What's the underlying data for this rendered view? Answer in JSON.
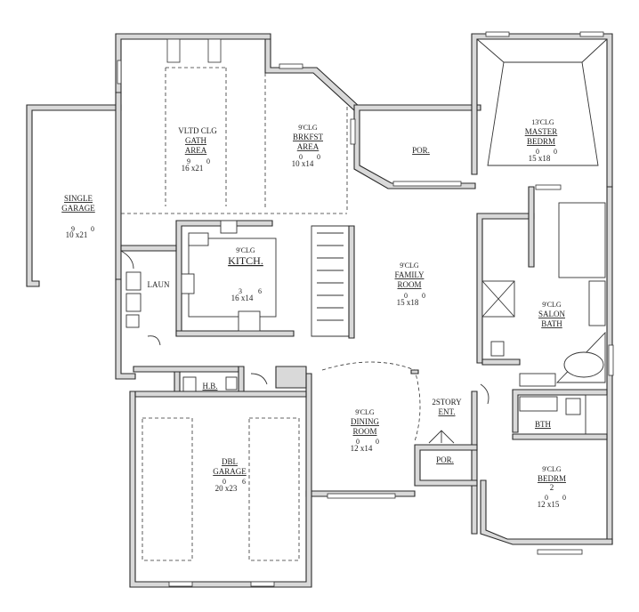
{
  "rooms": {
    "single_garage": {
      "name": "SINGLE",
      "name2": "GARAGE",
      "dim": "10 x21",
      "dim_sup1": "9",
      "dim_sup2": "0"
    },
    "gath": {
      "line1": "VLTD CLG",
      "line2": "GATH",
      "line3": "AREA",
      "dim": "16 x21",
      "dim_sup1": "9",
      "dim_sup2": "0"
    },
    "brkfst": {
      "clg": "9'CLG",
      "line1": "BRKFST",
      "line2": "AREA",
      "dim": "10 x14",
      "dim_sup1": "0",
      "dim_sup2": "0"
    },
    "porch_top": {
      "name": "POR."
    },
    "master": {
      "clg": "13'CLG",
      "line1": "MASTER",
      "line2": "BEDRM",
      "dim": "15 x18",
      "dim_sup1": "0",
      "dim_sup2": "0"
    },
    "kitchen": {
      "clg": "9'CLG",
      "name": "KITCH.",
      "dim": "16 x14",
      "dim_sup1": "3",
      "dim_sup2": "6"
    },
    "laundry": {
      "name": "LAUN"
    },
    "family": {
      "clg": "9'CLG",
      "line1": "FAMILY",
      "line2": "ROOM",
      "dim": "15 x18",
      "dim_sup1": "0",
      "dim_sup2": "0"
    },
    "salon_bath": {
      "clg": "9'CLG",
      "line1": "SALON",
      "line2": "BATH"
    },
    "half_bath": {
      "name": "H.B."
    },
    "dining": {
      "clg": "9'CLG",
      "line1": "DINING",
      "line2": "ROOM",
      "dim": "12 x14",
      "dim_sup1": "0",
      "dim_sup2": "0"
    },
    "entry": {
      "line1": "2STORY",
      "line2": "ENT."
    },
    "porch_front": {
      "name": "POR."
    },
    "bath": {
      "name": "BTH"
    },
    "dbl_garage": {
      "line1": "DBL",
      "line2": "GARAGE",
      "dim": "20 x23",
      "dim_sup1": "0",
      "dim_sup2": "6"
    },
    "bedroom2": {
      "clg": "9'CLG",
      "line1": "BEDRM",
      "line2": "2",
      "dim": "12 x15",
      "dim_sup1": "0",
      "dim_sup2": "0"
    }
  }
}
